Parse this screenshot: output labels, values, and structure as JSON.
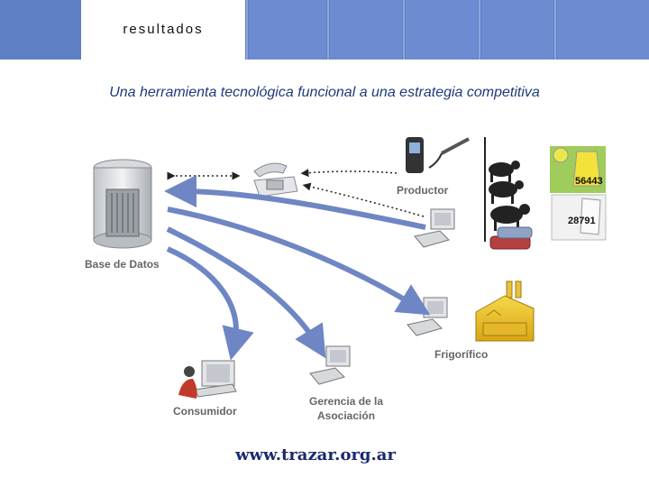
{
  "header": {
    "tab_label": "resultados"
  },
  "subtitle": "Una herramienta tecnológica funcional a una estrategia competitiva",
  "nodes": {
    "database": "Base de Datos",
    "producer": "Productor",
    "slaughterhouse": "Frigorífico",
    "consumer": "Consumidor",
    "association_line1": "Gerencia de la",
    "association_line2": "Asociación"
  },
  "ear_tags": {
    "tag1": "56443",
    "tag2": "28791"
  },
  "footer": {
    "url": "www.trazar.org.ar"
  },
  "colors": {
    "header": "#5f7fc4",
    "arrow": "#6f86c4",
    "subtitle": "#1f3a7a",
    "url": "#1a2a6c"
  },
  "icons": [
    "database-server-icon",
    "telephone-icon",
    "handheld-reader-icon",
    "cattle-icon",
    "ear-tag-icon",
    "computer-icon",
    "factory-icon",
    "meat-packages-icon",
    "person-computer-icon"
  ]
}
